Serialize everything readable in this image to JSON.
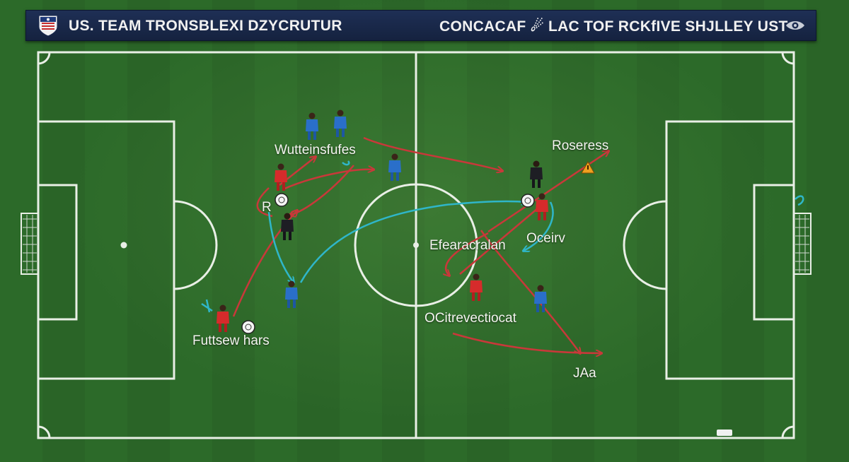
{
  "header": {
    "left_title": "US. TEAM TRONSBLEXI DZYCRUTUR",
    "right_title": "CONCACAF ☄ LAC TOF RCKfIVE SHJLLEY UST",
    "crest_icon": "team-crest-icon",
    "right_icon": "eye-icon"
  },
  "labels": {
    "top_center": "Wuttеinsfufes",
    "left_mid": "R",
    "bottom_left": "Futtsew hars",
    "center": "Efearacralan",
    "top_right": "Roseress",
    "right_mid": "Oceirv",
    "bottom_center": "OCitrevectioсat",
    "bottom_right": "JAa"
  },
  "colors": {
    "team_red": "#d62b2b",
    "team_blue": "#2a6fc9",
    "team_dark": "#1e1e24",
    "arrow_red": "#c9383a",
    "arrow_blue": "#2fb6c9",
    "pitch_line": "#e9efe6",
    "header_bg": "#1b2b50",
    "warning": "#f0a020"
  },
  "players": [
    {
      "team": "blue",
      "role": "midfielder"
    },
    {
      "team": "blue",
      "role": "midfielder"
    },
    {
      "team": "blue",
      "role": "midfielder"
    },
    {
      "team": "red",
      "role": "forward"
    },
    {
      "team": "dark",
      "role": "defender"
    },
    {
      "team": "blue",
      "role": "defender"
    },
    {
      "team": "red",
      "role": "winger"
    },
    {
      "team": "dark",
      "role": "defender"
    },
    {
      "team": "red",
      "role": "forward"
    },
    {
      "team": "red",
      "role": "midfielder"
    },
    {
      "team": "blue",
      "role": "defender"
    }
  ]
}
